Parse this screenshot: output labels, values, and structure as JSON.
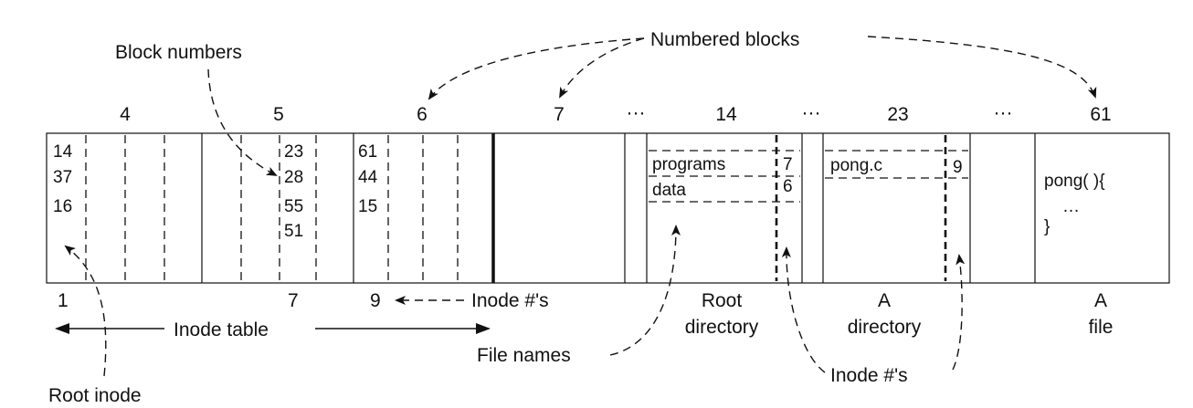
{
  "annotations": {
    "numbered_blocks": "Numbered blocks",
    "block_numbers": "Block numbers",
    "inode_nums_center": "Inode #'s",
    "inode_table": "Inode table",
    "file_names": "File names",
    "inode_nums_bottom": "Inode #'s",
    "root_inode": "Root inode"
  },
  "block_headers": {
    "b4": "4",
    "b5": "5",
    "b6": "6",
    "b7": "7",
    "dots1": "···",
    "b14": "14",
    "dots2": "···",
    "b23": "23",
    "dots3": "···",
    "b61": "61"
  },
  "block4": {
    "r1": "14",
    "r2": "37",
    "r3": "16"
  },
  "block5": {
    "r1": "23",
    "r2": "28",
    "r3": "55",
    "r4": "51"
  },
  "block6": {
    "r1": "61",
    "r2": "44",
    "r3": "15"
  },
  "root_directory": {
    "entries": [
      {
        "name": "programs",
        "inode": "7"
      },
      {
        "name": "data",
        "inode": "6"
      }
    ]
  },
  "a_directory": {
    "entries": [
      {
        "name": "pong.c",
        "inode": "9"
      }
    ]
  },
  "a_file": {
    "line1": "pong( ){",
    "line2": "…",
    "line3": "}"
  },
  "bottom_labels": {
    "n1": "1",
    "n7": "7",
    "n9": "9",
    "root_dir_1": "Root",
    "root_dir_2": "directory",
    "a_dir_1": "A",
    "a_dir_2": "directory",
    "a_file_1": "A",
    "a_file_2": "file"
  }
}
